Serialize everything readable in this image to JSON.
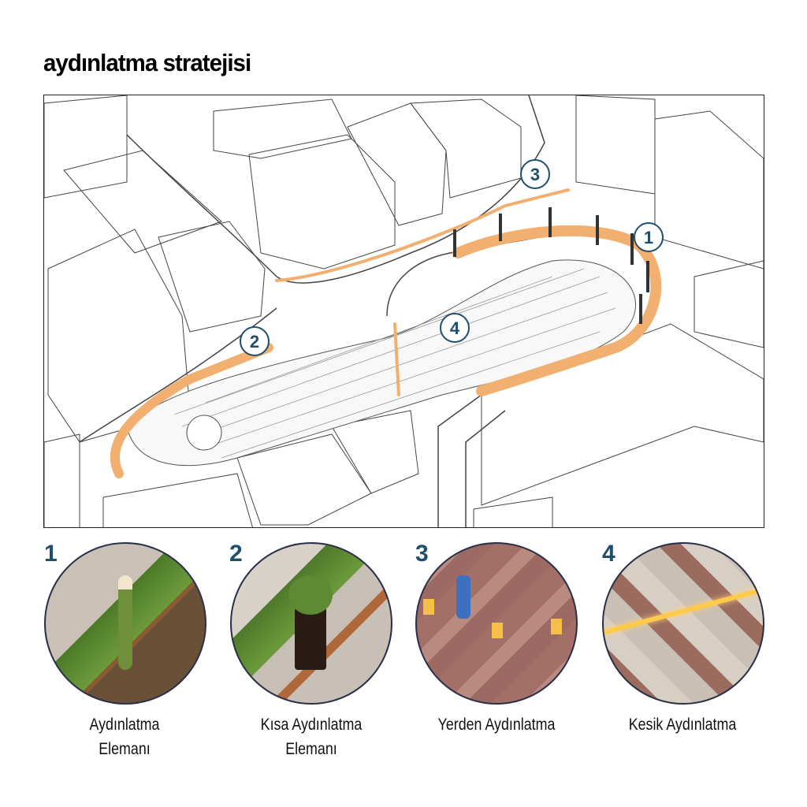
{
  "title": "aydınlatma stratejisi",
  "map": {
    "markers": [
      "1",
      "2",
      "3",
      "4"
    ],
    "colors": {
      "highlight": "#f2b070",
      "marker": "#1f4e6e",
      "line": "#333333"
    }
  },
  "items": [
    {
      "number": "1",
      "label_line1": "Aydınlatma",
      "label_line2": "Elemanı"
    },
    {
      "number": "2",
      "label_line1": "Kısa Aydınlatma",
      "label_line2": "Elemanı"
    },
    {
      "number": "3",
      "label_line1": "Yerden Aydınlatma",
      "label_line2": ""
    },
    {
      "number": "4",
      "label_line1": "Kesik Aydınlatma",
      "label_line2": ""
    }
  ]
}
